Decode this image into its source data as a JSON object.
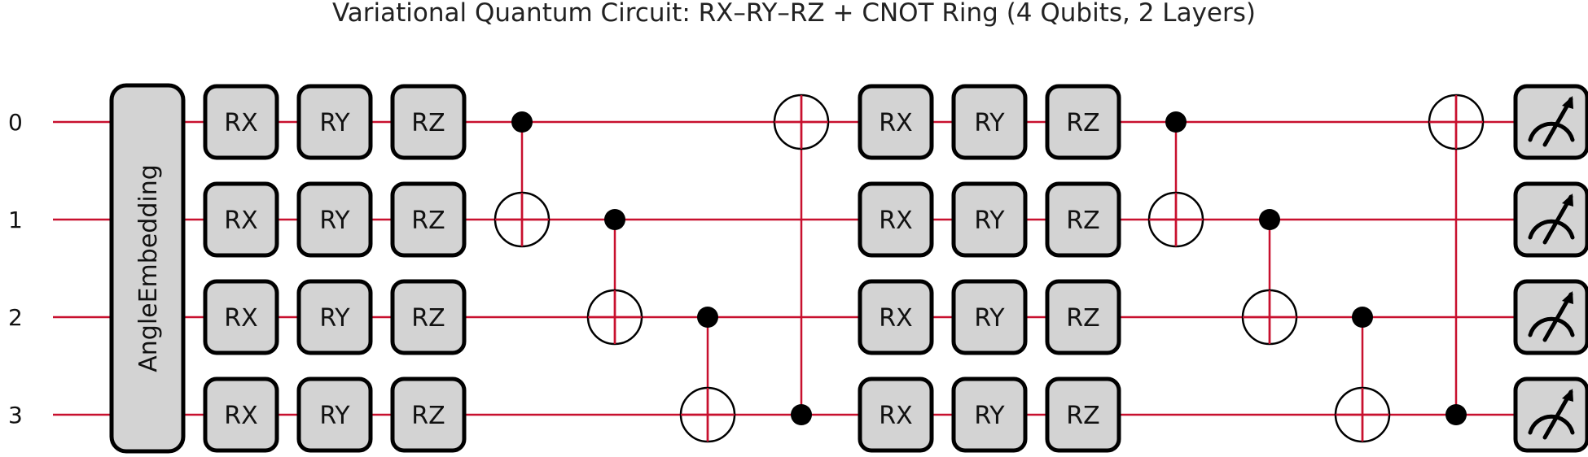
{
  "title": "Variational Quantum Circuit: RX–RY–RZ + CNOT Ring (4 Qubits, 2 Layers)",
  "colors": {
    "wire": "#c8102e",
    "gate_fill": "#d3d3d3",
    "gate_stroke": "#000000",
    "control": "#000000",
    "text": "#111111"
  },
  "wires": [
    "0",
    "1",
    "2",
    "3"
  ],
  "embedding": {
    "label": "AngleEmbedding"
  },
  "layers": [
    {
      "rotations": [
        "RX",
        "RY",
        "RZ"
      ],
      "cnots": [
        {
          "control": 0,
          "target": 1
        },
        {
          "control": 1,
          "target": 2
        },
        {
          "control": 2,
          "target": 3
        },
        {
          "control": 3,
          "target": 0
        }
      ]
    },
    {
      "rotations": [
        "RX",
        "RY",
        "RZ"
      ],
      "cnots": [
        {
          "control": 0,
          "target": 1
        },
        {
          "control": 1,
          "target": 2
        },
        {
          "control": 2,
          "target": 3
        },
        {
          "control": 3,
          "target": 0
        }
      ]
    }
  ],
  "measurement": {
    "icon": "measurement-meter-icon"
  }
}
